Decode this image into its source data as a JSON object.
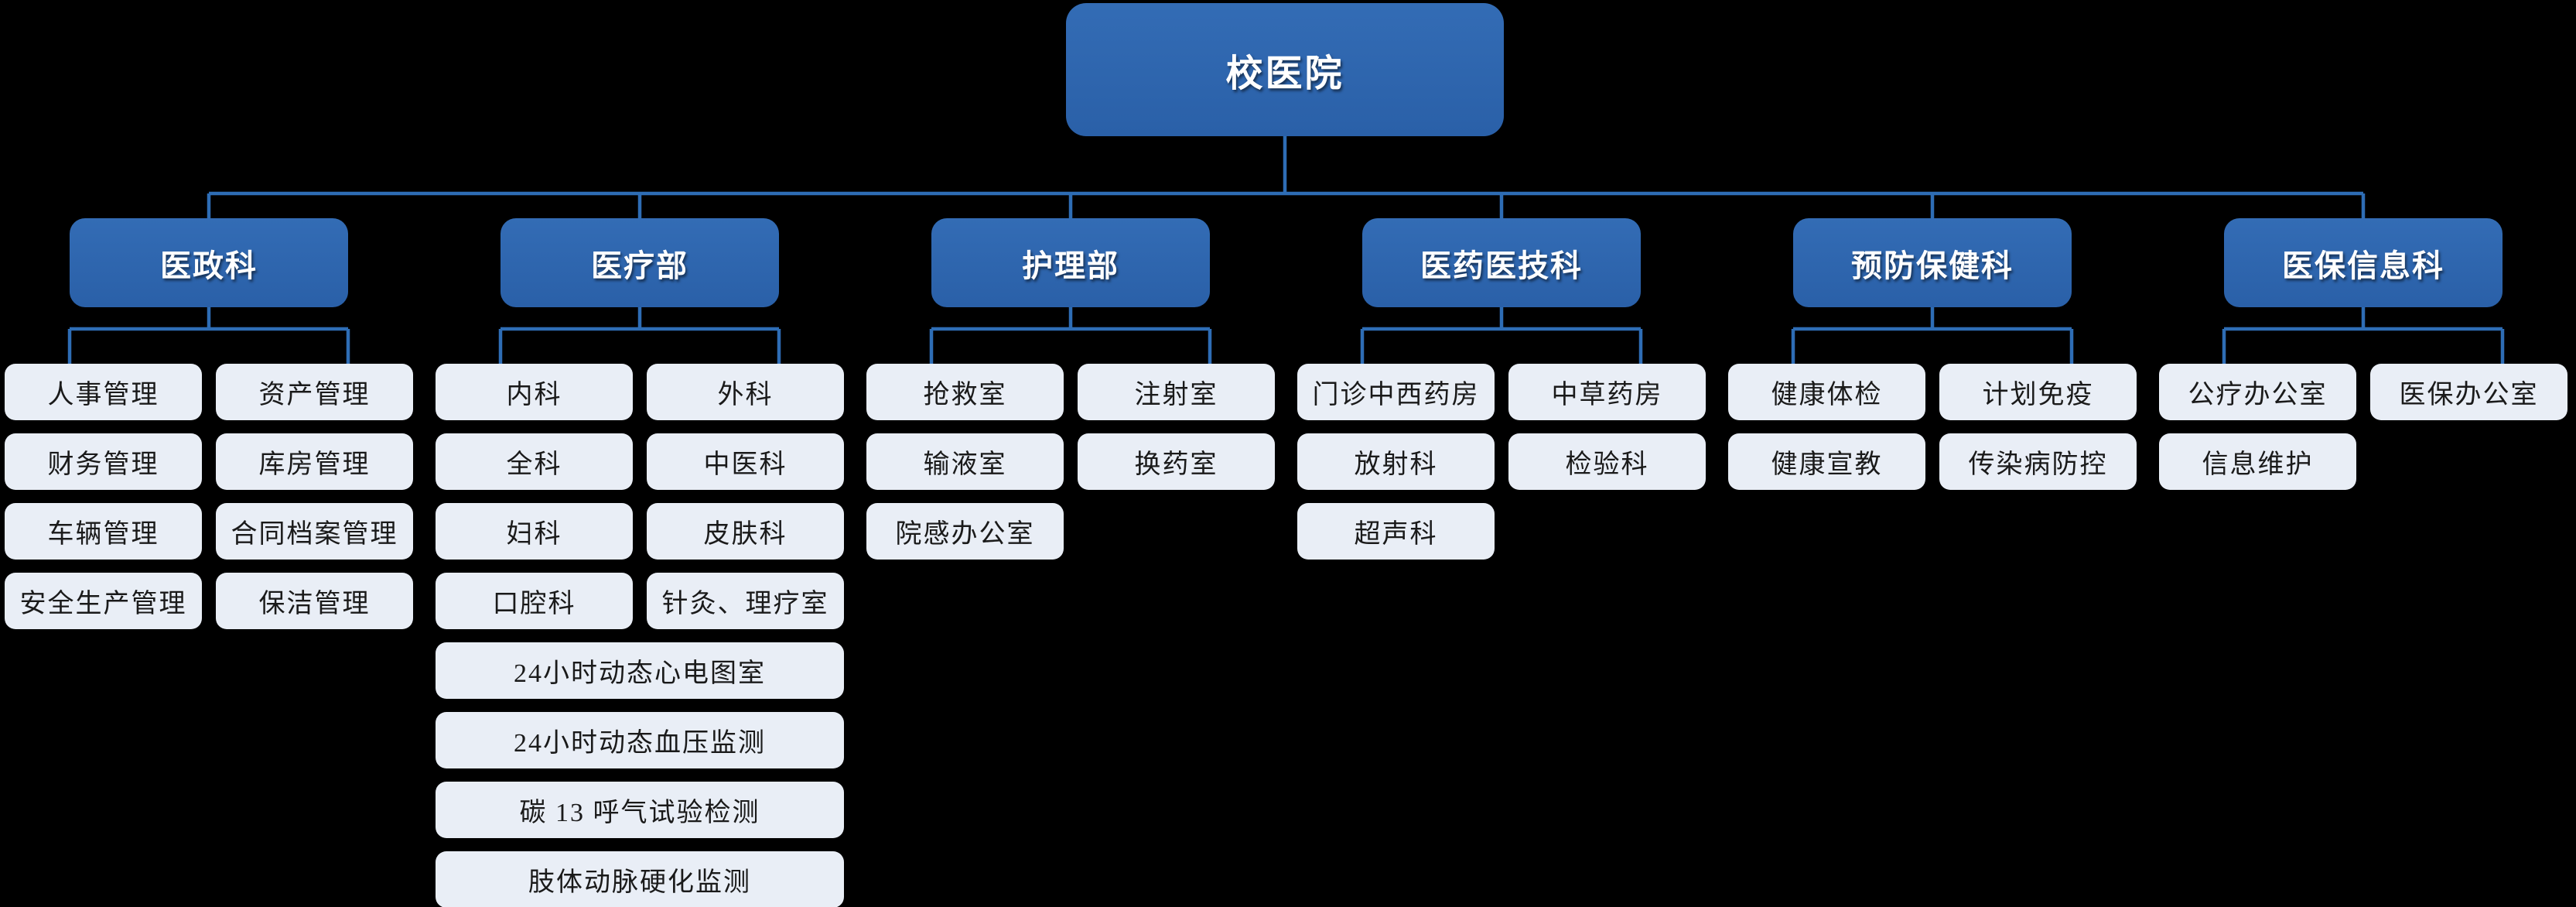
{
  "colors": {
    "background": "#000000",
    "node_primary": "#2A60A8",
    "node_primary_light": "#336CB5",
    "node_secondary": "#E9EEF6",
    "connector": "#2E6DB5",
    "text_on_primary": "#FFFFFF",
    "text_on_secondary": "#1A1A1A"
  },
  "root": {
    "label": "校医院"
  },
  "departments": [
    {
      "label": "医政科",
      "children": [
        {
          "label": "人事管理",
          "row": 0,
          "col": "left"
        },
        {
          "label": "资产管理",
          "row": 0,
          "col": "right"
        },
        {
          "label": "财务管理",
          "row": 1,
          "col": "left"
        },
        {
          "label": "库房管理",
          "row": 1,
          "col": "right"
        },
        {
          "label": "车辆管理",
          "row": 2,
          "col": "left"
        },
        {
          "label": "合同档案管理",
          "row": 2,
          "col": "right"
        },
        {
          "label": "安全生产管理",
          "row": 3,
          "col": "left"
        },
        {
          "label": "保洁管理",
          "row": 3,
          "col": "right"
        }
      ]
    },
    {
      "label": "医疗部",
      "children": [
        {
          "label": "内科",
          "row": 0,
          "col": "left"
        },
        {
          "label": "外科",
          "row": 0,
          "col": "right"
        },
        {
          "label": "全科",
          "row": 1,
          "col": "left"
        },
        {
          "label": "中医科",
          "row": 1,
          "col": "right"
        },
        {
          "label": "妇科",
          "row": 2,
          "col": "left"
        },
        {
          "label": "皮肤科",
          "row": 2,
          "col": "right"
        },
        {
          "label": "口腔科",
          "row": 3,
          "col": "left"
        },
        {
          "label": "针灸、理疗室",
          "row": 3,
          "col": "right"
        },
        {
          "label": "24小时动态心电图室",
          "row": 4,
          "col": "full"
        },
        {
          "label": "24小时动态血压监测",
          "row": 5,
          "col": "full"
        },
        {
          "label": "碳 13 呼气试验检测",
          "row": 6,
          "col": "full"
        },
        {
          "label": "肢体动脉硬化监测",
          "row": 7,
          "col": "full"
        }
      ]
    },
    {
      "label": "护理部",
      "children": [
        {
          "label": "抢救室",
          "row": 0,
          "col": "left"
        },
        {
          "label": "注射室",
          "row": 0,
          "col": "right"
        },
        {
          "label": "输液室",
          "row": 1,
          "col": "left"
        },
        {
          "label": "换药室",
          "row": 1,
          "col": "right"
        },
        {
          "label": "院感办公室",
          "row": 2,
          "col": "left"
        }
      ]
    },
    {
      "label": "医药医技科",
      "children": [
        {
          "label": "门诊中西药房",
          "row": 0,
          "col": "left"
        },
        {
          "label": "中草药房",
          "row": 0,
          "col": "right"
        },
        {
          "label": "放射科",
          "row": 1,
          "col": "left"
        },
        {
          "label": "检验科",
          "row": 1,
          "col": "right"
        },
        {
          "label": "超声科",
          "row": 2,
          "col": "left"
        }
      ]
    },
    {
      "label": "预防保健科",
      "children": [
        {
          "label": "健康体检",
          "row": 0,
          "col": "left"
        },
        {
          "label": "计划免疫",
          "row": 0,
          "col": "right"
        },
        {
          "label": "健康宣教",
          "row": 1,
          "col": "left"
        },
        {
          "label": "传染病防控",
          "row": 1,
          "col": "right"
        }
      ]
    },
    {
      "label": "医保信息科",
      "children": [
        {
          "label": "公疗办公室",
          "row": 0,
          "col": "left"
        },
        {
          "label": "医保办公室",
          "row": 0,
          "col": "right"
        },
        {
          "label": "信息维护",
          "row": 1,
          "col": "left"
        }
      ]
    }
  ]
}
